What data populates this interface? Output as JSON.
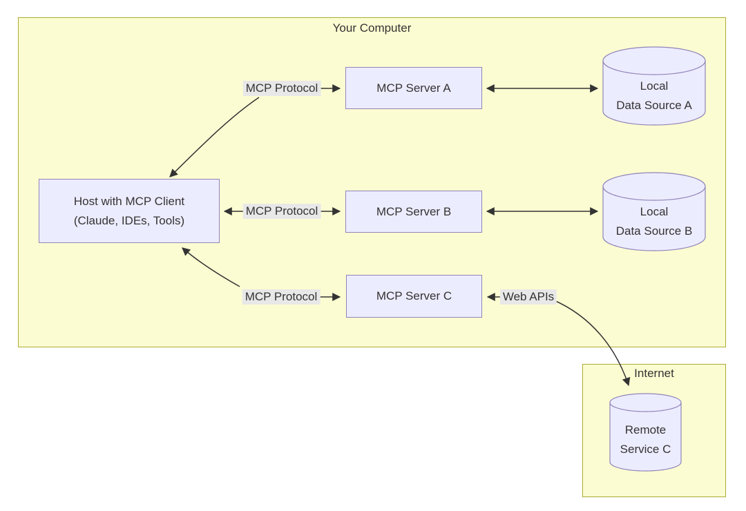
{
  "containers": {
    "your_computer": {
      "label": "Your Computer"
    },
    "internet": {
      "label": "Internet"
    }
  },
  "nodes": {
    "host": {
      "line1": "Host with MCP Client",
      "line2": "(Claude, IDEs, Tools)"
    },
    "server_a": {
      "label": "MCP Server A"
    },
    "server_b": {
      "label": "MCP Server B"
    },
    "server_c": {
      "label": "MCP Server C"
    },
    "local_data_a": {
      "line1": "Local",
      "line2": "Data Source A"
    },
    "local_data_b": {
      "line1": "Local",
      "line2": "Data Source B"
    },
    "remote_service_c": {
      "line1": "Remote",
      "line2": "Service C"
    }
  },
  "edge_labels": {
    "host_server_a": "MCP Protocol",
    "host_server_b": "MCP Protocol",
    "host_server_c": "MCP Protocol",
    "server_c_remote": "Web APIs"
  },
  "colors": {
    "canvas_bg": "#ffffff",
    "container_fill": "#fcfcd2",
    "container_border": "#aaaa33",
    "node_fill": "#ececff",
    "node_border": "#8f84b8",
    "edge": "#333333",
    "edge_label_bg": "#e8e8e8",
    "text": "#333333"
  }
}
